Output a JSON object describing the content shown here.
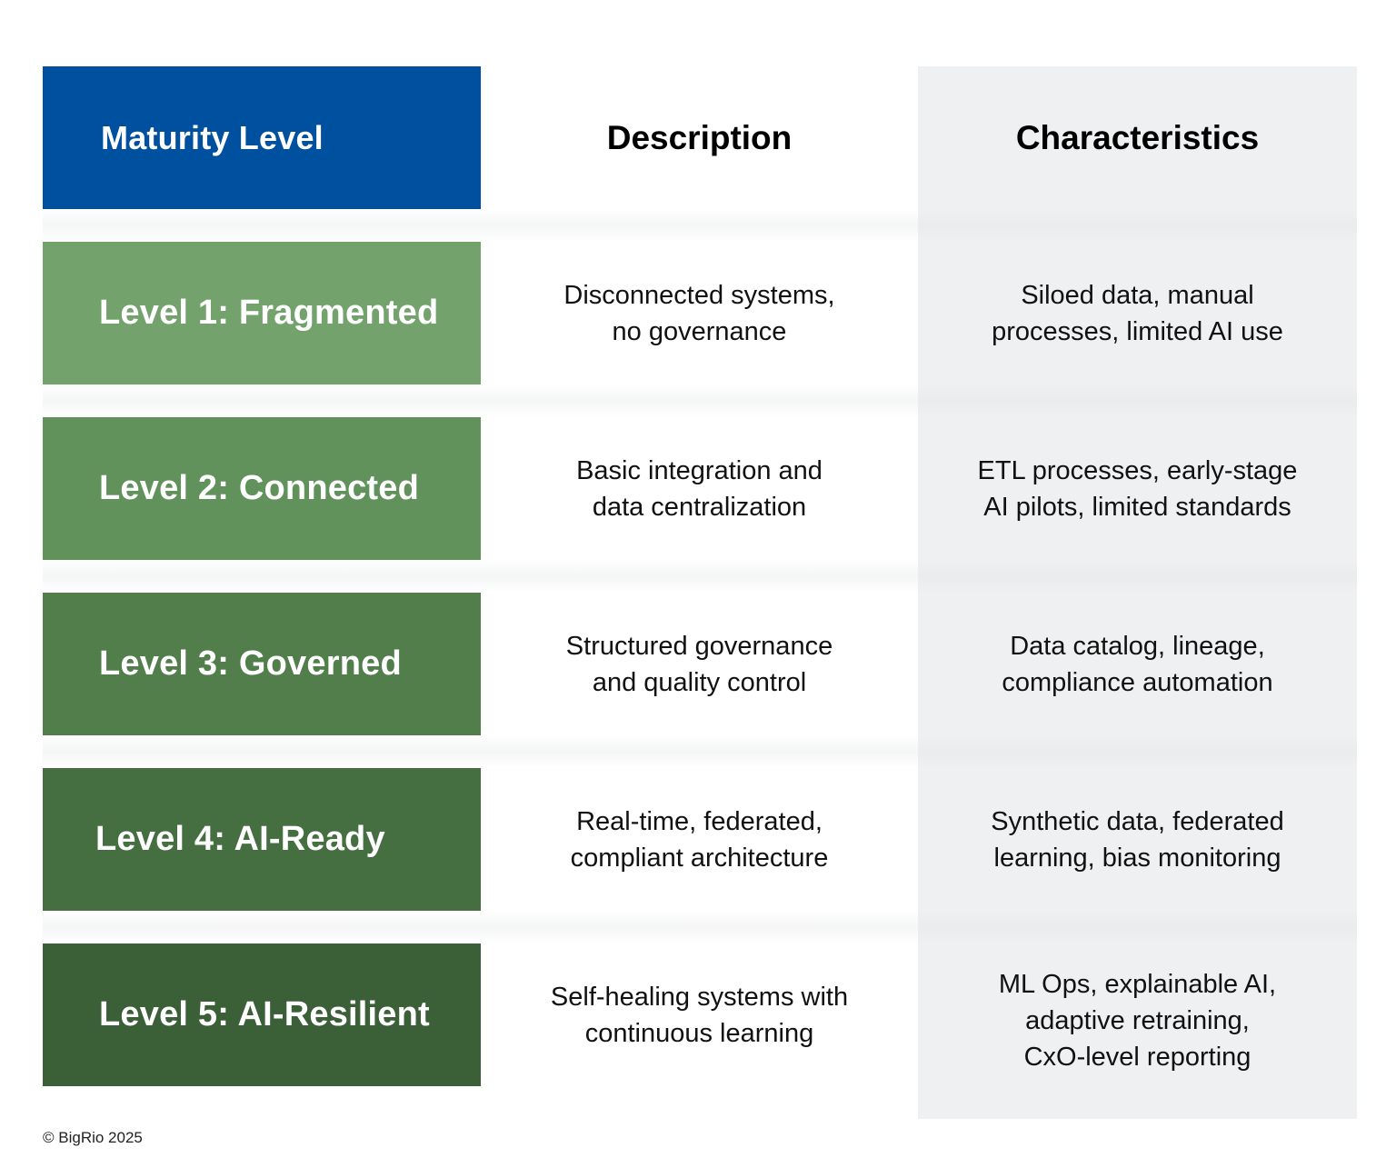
{
  "header": {
    "level": "Maturity Level",
    "description": "Description",
    "characteristics": "Characteristics"
  },
  "colors": {
    "header_blue": "#0050a0",
    "level1": "#73a26d",
    "level2": "#62925c",
    "level3": "#517e4b",
    "level4": "#466f41",
    "level5": "#3b5f37",
    "characteristics_bg": "#eff0f1"
  },
  "rows": [
    {
      "level": "Level 1: Fragmented",
      "description": [
        "Disconnected systems,",
        "no governance"
      ],
      "characteristics": [
        "Siloed data, manual",
        "processes, limited AI use"
      ]
    },
    {
      "level": "Level 2: Connected",
      "description": [
        "Basic integration and",
        "data centralization"
      ],
      "characteristics": [
        "ETL processes, early-stage",
        "AI pilots, limited standards"
      ]
    },
    {
      "level": "Level 3: Governed",
      "description": [
        "Structured governance",
        "and quality control"
      ],
      "characteristics": [
        "Data catalog, lineage,",
        "compliance automation"
      ]
    },
    {
      "level": "Level 4: AI-Ready",
      "description": [
        "Real-time, federated,",
        "compliant architecture"
      ],
      "characteristics": [
        "Synthetic data, federated",
        "learning, bias monitoring"
      ]
    },
    {
      "level": "Level 5: AI-Resilient",
      "description": [
        "Self-healing systems with",
        "continuous learning"
      ],
      "characteristics": [
        "ML Ops, explainable AI,",
        "adaptive retraining,",
        "CxO-level reporting"
      ]
    }
  ],
  "footer": {
    "copyright": "© BigRio 2025"
  }
}
